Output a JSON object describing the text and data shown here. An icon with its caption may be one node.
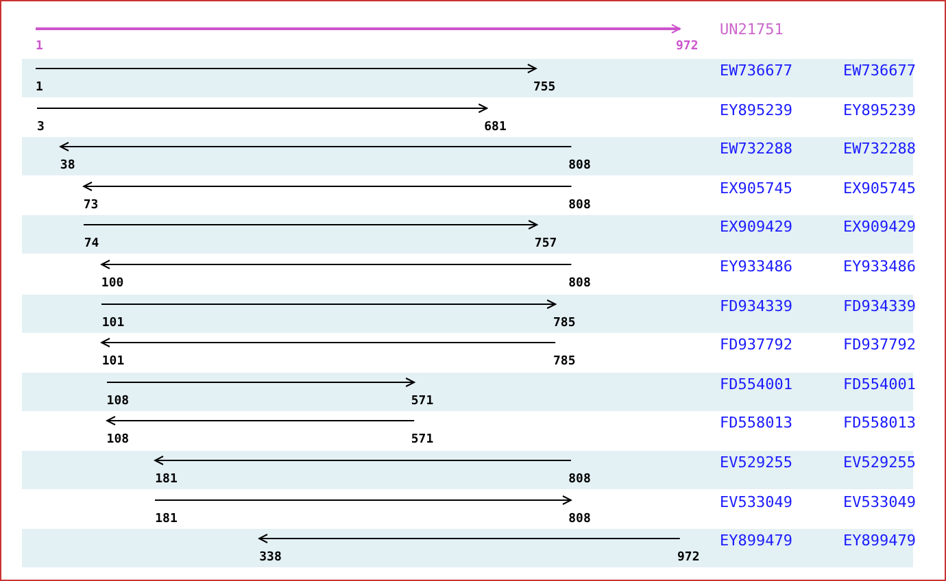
{
  "diagram": {
    "labels": [
      "UN21751",
      "1",
      "972",
      "EW736677",
      "EW736677",
      "1",
      "755",
      "EY895239",
      "EY895239",
      "3",
      "681",
      "EW732288",
      "EW732288",
      "38",
      "808",
      "EX905745",
      "EX905745",
      "73",
      "808",
      "EX909429",
      "EX909429",
      "74",
      "757",
      "EY933486",
      "EY933486",
      "100",
      "808",
      "FD934339",
      "FD934339",
      "101",
      "785",
      "FD937792",
      "FD937792",
      "101",
      "785",
      "FD554001",
      "FD554001",
      "108",
      "571",
      "FD558013",
      "FD558013",
      "108",
      "571",
      "EV529255",
      "EV529255",
      "181",
      "808",
      "EV533049",
      "EV533049",
      "181",
      "808",
      "EY899479",
      "EY899479",
      "338",
      "972"
    ]
  }
}
